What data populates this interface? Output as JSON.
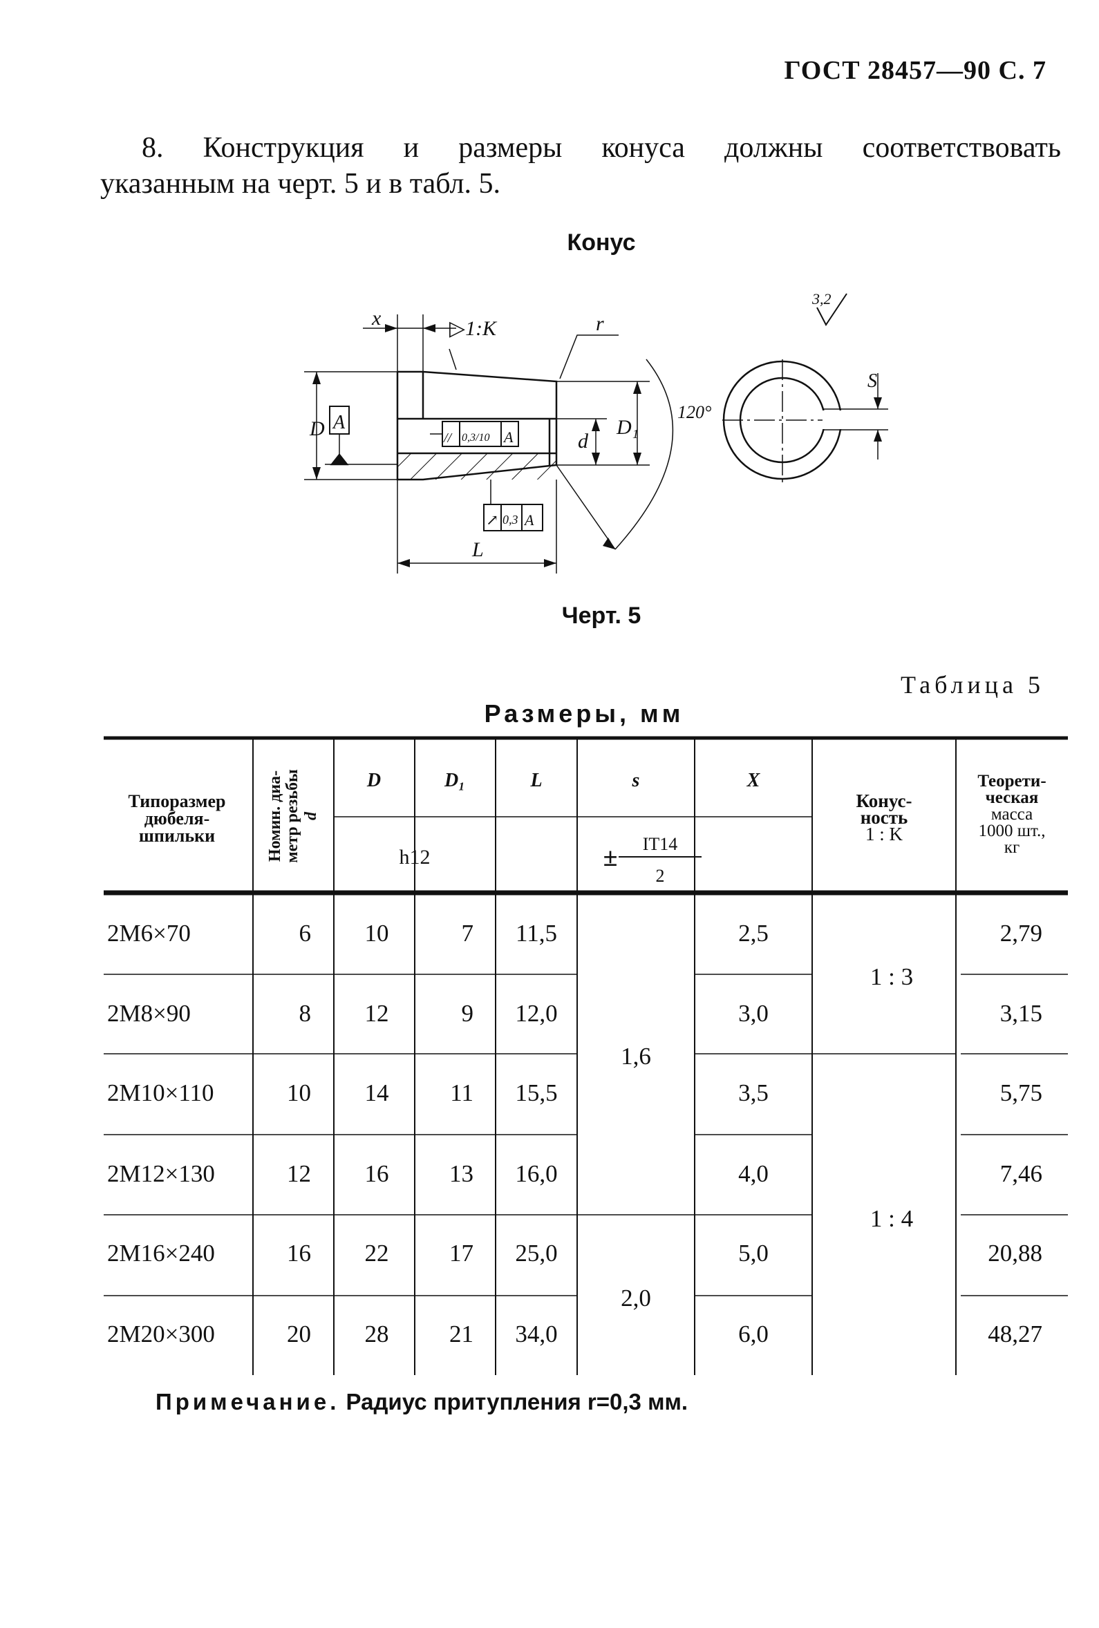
{
  "header": {
    "doc_ref": "ГОСТ 28457—90 С. 7"
  },
  "paragraph": {
    "line1": "8. Конструкция и размеры конуса должны соответствовать",
    "line2": "указанным на черт. 5 и в табл. 5."
  },
  "figure": {
    "title": "Конус",
    "caption": "Черт. 5",
    "labels": {
      "x": "x",
      "taper": "▷1:K",
      "r": "r",
      "D": "D",
      "d": "d",
      "D1": "D₁",
      "angle": "120°",
      "L": "L",
      "datum": "A",
      "parallel": "//",
      "par_val": "0,3/10",
      "par_datum": "A",
      "runout": "↗",
      "run_val": "0,3",
      "run_datum": "A",
      "roughness": "3,2",
      "s": "S"
    }
  },
  "table": {
    "label": "Таблица 5",
    "units": "Размеры, мм",
    "headers": {
      "type": [
        "Типоразмер",
        "дюбеля-",
        "шпильки"
      ],
      "nominal": [
        "Номин. диа-",
        "метр резьбы",
        "d"
      ],
      "D": "D",
      "D1": "D₁",
      "L": "L",
      "s": "s",
      "X": "X",
      "taper": [
        "Конус-",
        "ность",
        "1 : K"
      ],
      "mass": [
        "Теорети-",
        "ческая",
        "масса",
        "1000 шт.,",
        "кг"
      ],
      "tol_h12": "h12",
      "tol_pm": "±",
      "tol_num": "IT14",
      "tol_den": "2"
    },
    "rows": [
      {
        "type": "2M6×70",
        "d": "6",
        "D": "10",
        "D1": "7",
        "L": "11,5",
        "X": "2,5",
        "mass": "2,79"
      },
      {
        "type": "2M8×90",
        "d": "8",
        "D": "12",
        "D1": "9",
        "L": "12,0",
        "X": "3,0",
        "mass": "3,15"
      },
      {
        "type": "2M10×110",
        "d": "10",
        "D": "14",
        "D1": "11",
        "L": "15,5",
        "X": "3,5",
        "mass": "5,75"
      },
      {
        "type": "2M12×130",
        "d": "12",
        "D": "16",
        "D1": "13",
        "L": "16,0",
        "X": "4,0",
        "mass": "7,46"
      },
      {
        "type": "2M16×240",
        "d": "16",
        "D": "22",
        "D1": "17",
        "L": "25,0",
        "X": "5,0",
        "mass": "20,88"
      },
      {
        "type": "2M20×300",
        "d": "20",
        "D": "28",
        "D1": "21",
        "L": "34,0",
        "X": "6,0",
        "mass": "48,27"
      }
    ],
    "merged": {
      "s_a": "1,6",
      "s_b": "2,0",
      "taper_a": "1 : 3",
      "taper_b": "1 : 4"
    }
  },
  "note": {
    "lead": "Примечание.",
    "text": "Радиус притупления r=0,3 мм."
  }
}
